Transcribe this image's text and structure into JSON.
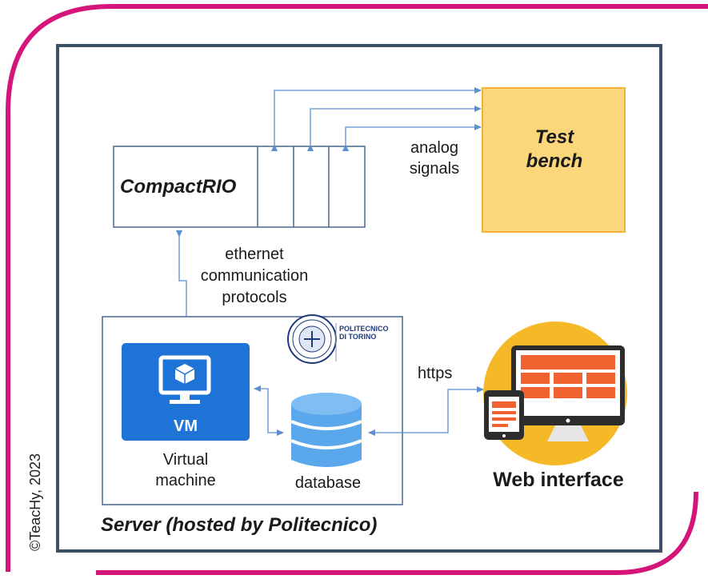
{
  "blocks": {
    "compactrio": "CompactRIO",
    "test_bench": "Test\nbench",
    "server": "Server (hosted by Politecnico)"
  },
  "connections": {
    "analog": "analog\nsignals",
    "ethernet": "ethernet\ncommunication\nprotocols",
    "https": "https"
  },
  "server_parts": {
    "vm_icon_text": "VM",
    "vm_caption": "Virtual\nmachine",
    "database_caption": "database",
    "logo_text": "POLITECNICO\nDI TORINO"
  },
  "web": {
    "label": "Web interface"
  },
  "copyright": "©TeacHy, 2023",
  "colors": {
    "frame_magenta": "#d6157a",
    "outer_box": "#3d5068",
    "box_border": "#4a6591",
    "arrow": "#5b8fd0",
    "test_bench_fill": "#fbd67a",
    "test_bench_border": "#f2b23a",
    "vm_blue": "#1e73d6",
    "db_blue": "#5aa7ec",
    "web_circle": "#f5b928",
    "web_orange": "#f06230"
  }
}
